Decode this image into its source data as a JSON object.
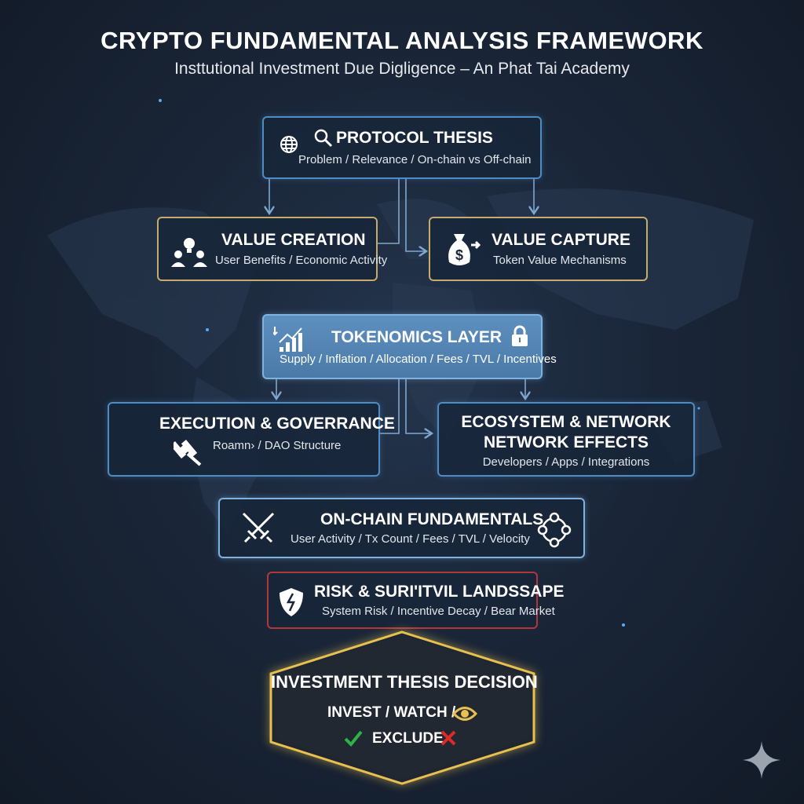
{
  "header": {
    "title": "CRYPTO FUNDAMENTAL ANALYSIS FRAMEWORK",
    "subtitle": "Insttutional Investment Due Digligence – An Phat Tai Academy"
  },
  "nodes": {
    "protocol": {
      "title": "PROTOCOL THESIS",
      "sub": "Problem / Relevance / On-chain vs Off-chain"
    },
    "creation": {
      "title": "VALUE CREATION",
      "sub": "User Benefits / Economic Activity"
    },
    "capture": {
      "title": "VALUE CAPTURE",
      "sub": "Token Value Mechanisms"
    },
    "tokenomics": {
      "title": "TOKENOMICS LAYER",
      "sub": "Supply / Inflation / Allocation / Fees / TVL / Incentives"
    },
    "execution": {
      "title": "EXECUTION & GOVERRANCE",
      "sub": "Roamn› / DAO Structure"
    },
    "ecosystem": {
      "title1": "ECOSYSTEM & NETWORK",
      "title2": "NETWORK EFFECTS",
      "sub": "Developers / Apps / Integrations"
    },
    "onchain": {
      "title": "ON-CHAIN FUNDAMENTALS",
      "sub": "User Activity / Tx Count / Fees / TVL / Velocity"
    },
    "risk": {
      "title": "RISK & SURI'ITVIL LANDSSAPE",
      "sub": "System Risk / Incentive Decay / Bear Market"
    },
    "decision": {
      "title": "INVESTMENT THESIS DECISION",
      "line1": "INVEST  / WATCH /",
      "line2": "EXCLUDE"
    }
  },
  "colors": {
    "blue": "#4f8cc4",
    "tan": "#c5ab6e",
    "red": "#b0383a",
    "gold": "#e8c050",
    "green": "#2fb14a",
    "cross": "#e02a2a"
  }
}
